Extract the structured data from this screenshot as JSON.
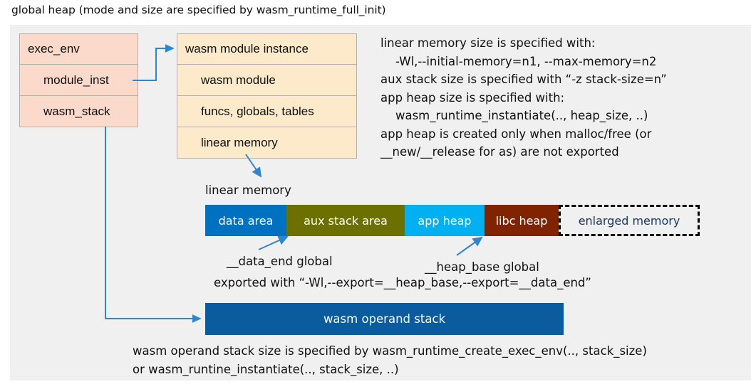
{
  "title": "global heap (mode and size are specified by wasm_runtime_full_init)",
  "exec_env": {
    "header": "exec_env",
    "rows": [
      "module_inst",
      "wasm_stack"
    ]
  },
  "module_instance": {
    "header": "wasm module instance",
    "rows": [
      "wasm module",
      "funcs, globals, tables",
      "linear memory"
    ]
  },
  "note": "linear memory size is specified with:\n    -Wl,--initial-memory=n1, --max-memory=n2\naux stack size is specified with “-z stack-size=n”\napp heap size is specified with:\n    wasm_runtime_instantiate(.., heap_size, ..)\napp heap is created only when malloc/free (or\n__new/__release for as) are not exported",
  "linear_memory": {
    "label": "linear memory",
    "segments": [
      {
        "label": "data area",
        "color": "#0070c0",
        "width": 114,
        "text_color": "#ffffff"
      },
      {
        "label": "aux stack area",
        "color": "#6b7000",
        "width": 166,
        "text_color": "#ffffff"
      },
      {
        "label": "app heap",
        "color": "#00b0f0",
        "width": 112,
        "text_color": "#ffffff"
      },
      {
        "label": "libc heap",
        "color": "#7f2300",
        "width": 104,
        "text_color": "#ffffff"
      },
      {
        "label": "enlarged memory",
        "color": "#f0f0f0",
        "width": 198,
        "text_color": "#17365d",
        "dashed": true
      }
    ],
    "annotations": {
      "data_end": "__data_end global",
      "heap_base": "__heap_base global",
      "exported": "exported with “-Wl,--export=__heap_base,--export=__data_end”"
    }
  },
  "operand_stack": {
    "label": "wasm operand stack",
    "note": "wasm operand stack size is specified by wasm_runtime_create_exec_env(.., stack_size)\nor wasm_runtine_instantiate(.., stack_size, ..)"
  },
  "colors": {
    "panel_bg": "#f0f0f0",
    "exec_env_fill": "#fbd9cb",
    "module_fill": "#fdeacb",
    "box_border": "#b5b0ab",
    "arrow": "#2e86d0",
    "operand_stack_fill": "#0a5c9e"
  }
}
